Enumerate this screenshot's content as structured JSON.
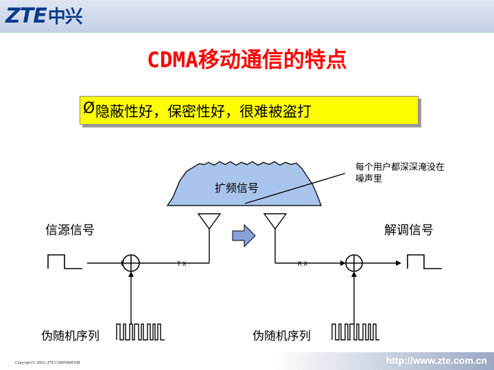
{
  "header": {
    "logo_latin": "ZTE",
    "logo_cn": "中兴"
  },
  "title": "CDMA移动通信的特点",
  "bullet": {
    "arrow": "Ø",
    "text": "隐蔽性好，保密性好，很难被盗打"
  },
  "annotation": {
    "line1": "每个用户都深深淹没在",
    "line2": "噪声里"
  },
  "spread_label": "扩频信号",
  "source_label": "信源信号",
  "demod_label": "解调信号",
  "tx_label": "TX",
  "rx_label": "RX",
  "pn_left": "伪随机序列",
  "pn_right": "伪随机序列",
  "footer": {
    "url": "http://www.zte.com.cn",
    "copyright": "Copyright© 2002, ZTE CORPORATION"
  },
  "colors": {
    "title": "#ff0000",
    "bullet_bg": "#ffff00",
    "noise_fill": "#a8c4ec",
    "accent_arrow": "#8aa0dc"
  }
}
